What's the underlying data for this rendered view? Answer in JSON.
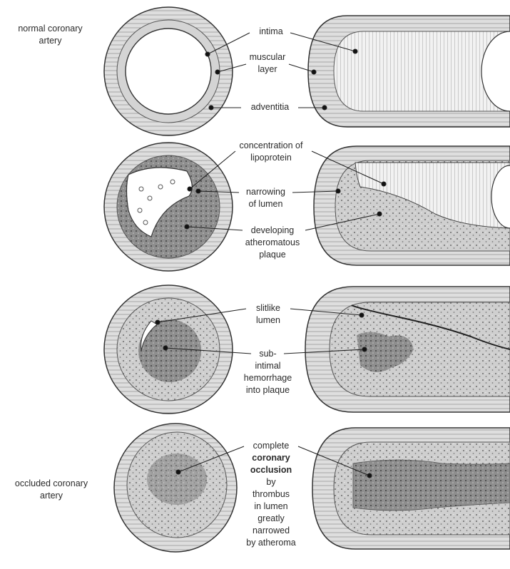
{
  "figure": {
    "rows": [
      {
        "row_label": [
          "normal coronary",
          "artery"
        ],
        "labels": [
          {
            "lines": [
              "intima"
            ]
          },
          {
            "lines": [
              "muscular",
              "layer"
            ]
          },
          {
            "lines": [
              "adventitia"
            ]
          }
        ]
      },
      {
        "row_label": [],
        "labels": [
          {
            "lines": [
              "concentration of",
              "lipoprotein"
            ]
          },
          {
            "lines": [
              "narrowing",
              "of lumen"
            ]
          },
          {
            "lines": [
              "developing",
              "atheromatous",
              "plaque"
            ]
          }
        ]
      },
      {
        "row_label": [],
        "labels": [
          {
            "lines": [
              "slitlike",
              "lumen"
            ]
          },
          {
            "lines": [
              "sub-",
              "intimal",
              "hemorrhage",
              "into plaque"
            ]
          }
        ]
      },
      {
        "row_label": [
          "occluded coronary",
          "artery"
        ],
        "labels": [
          {
            "lines": [
              "complete",
              "coronary",
              "occlusion",
              "by",
              "thrombus",
              "in lumen",
              "greatly",
              "narrowed",
              "by atheroma"
            ],
            "bold_lines": [
              1,
              2
            ]
          }
        ]
      }
    ]
  },
  "colors": {
    "ink": "#2a2a2a",
    "wall": "#cfcfcf",
    "plaque": "#8a8a8a",
    "background": "#ffffff"
  }
}
